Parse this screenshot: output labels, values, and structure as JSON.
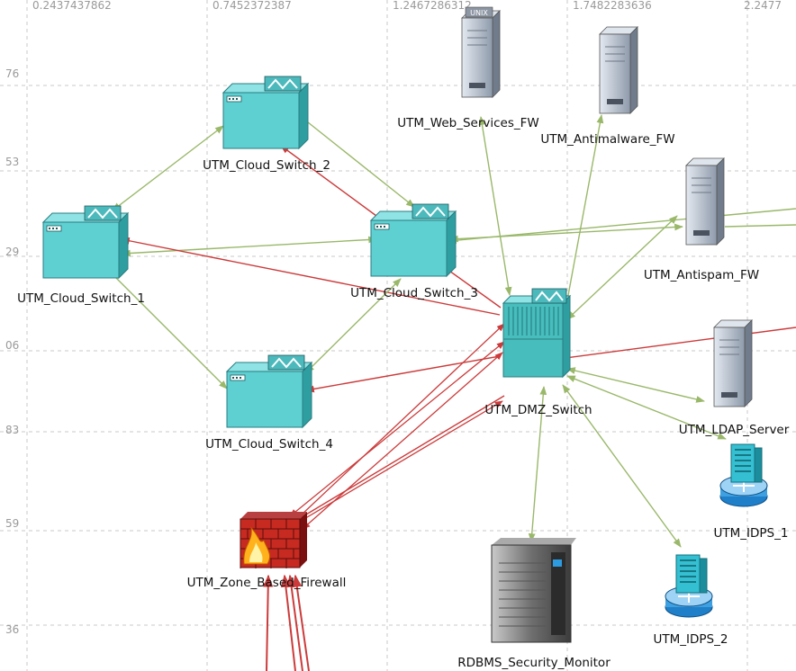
{
  "axis": {
    "x_ticks": [
      "0.2437437862",
      "0.7452372387",
      "1.2467286312",
      "1.7482283636",
      "2.2477"
    ],
    "y_ticks": [
      "76",
      "53",
      "29",
      "06",
      "83",
      "59",
      "36"
    ]
  },
  "nodes": [
    {
      "id": "cloud2",
      "label": "UTM_Cloud_Switch_2",
      "kind": "switch"
    },
    {
      "id": "cloud1",
      "label": "UTM_Cloud_Switch_1",
      "kind": "switch"
    },
    {
      "id": "cloud3",
      "label": "UTM_Cloud_Switch_3",
      "kind": "switch"
    },
    {
      "id": "cloud4",
      "label": "UTM_Cloud_Switch_4",
      "kind": "switch"
    },
    {
      "id": "web",
      "label": "UTM_Web_Services_FW",
      "kind": "server",
      "badge": "UNIX"
    },
    {
      "id": "antimal",
      "label": "UTM_Antimalware_FW",
      "kind": "server"
    },
    {
      "id": "antispam",
      "label": "UTM_Antispam_FW",
      "kind": "server"
    },
    {
      "id": "ldap",
      "label": "UTM_LDAP_Server",
      "kind": "server"
    },
    {
      "id": "dmz",
      "label": "UTM_DMZ_Switch",
      "kind": "dmz"
    },
    {
      "id": "idps1",
      "label": "UTM_IDPS_1",
      "kind": "idps"
    },
    {
      "id": "idps2",
      "label": "UTM_IDPS_2",
      "kind": "idps"
    },
    {
      "id": "fw",
      "label": "UTM_Zone_Based_Firewall",
      "kind": "firewall"
    },
    {
      "id": "rdbms",
      "label": "RDBMS_Security_Monitor",
      "kind": "mainframe"
    }
  ],
  "links": [
    {
      "from": "cloud2",
      "to": "cloud1",
      "color": "green"
    },
    {
      "from": "cloud2",
      "to": "cloud3",
      "color": "green"
    },
    {
      "from": "cloud3",
      "to": "cloud2",
      "color": "red"
    },
    {
      "from": "cloud1",
      "to": "cloud4",
      "color": "green"
    },
    {
      "from": "cloud3",
      "to": "cloud1",
      "color": "green"
    },
    {
      "from": "dmz",
      "to": "cloud1",
      "color": "red"
    },
    {
      "from": "dmz",
      "to": "cloud3",
      "color": "red"
    },
    {
      "from": "cloud3",
      "to": "cloud4",
      "color": "green"
    },
    {
      "from": "dmz",
      "to": "cloud4",
      "color": "red"
    },
    {
      "from": "web",
      "to": "dmz",
      "color": "green"
    },
    {
      "from": "antimal",
      "to": "dmz",
      "color": "green"
    },
    {
      "from": "dmz",
      "to": "antispam",
      "color": "green"
    },
    {
      "from": "antispam",
      "to": "cloud3",
      "color": "green"
    },
    {
      "from": "dmz",
      "to": "ldap",
      "color": "green"
    },
    {
      "from": "dmz",
      "to": "idps1",
      "color": "green"
    },
    {
      "from": "dmz",
      "to": "idps2",
      "color": "green"
    },
    {
      "from": "dmz",
      "to": "rdbms",
      "color": "green"
    },
    {
      "from": "dmz",
      "to": "fw",
      "color": "red"
    }
  ],
  "colors": {
    "green_link": "#9ab86a",
    "red_link": "#cc3b3b",
    "switch_face": "#5fd0d2",
    "switch_dark": "#2f9ea1",
    "server_face": "#b4bfcc",
    "grid": "#c8c8c8"
  }
}
